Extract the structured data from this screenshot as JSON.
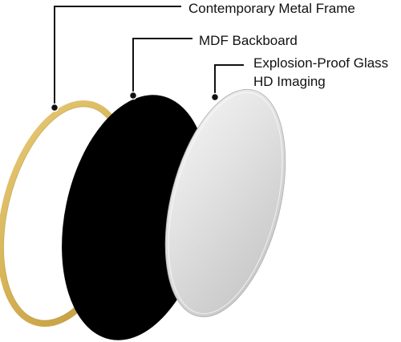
{
  "diagram": {
    "labels": {
      "frame": "Contemporary Metal Frame",
      "backboard": "MDF Backboard",
      "glass_line1": "Explosion-Proof Glass",
      "glass_line2": "HD Imaging"
    },
    "colors": {
      "frame_gold": "#d9b85a",
      "frame_gold_dark": "#c9a444",
      "backboard_black": "#000000",
      "glass_silver": "#dcdcdc",
      "line": "#111111"
    }
  }
}
